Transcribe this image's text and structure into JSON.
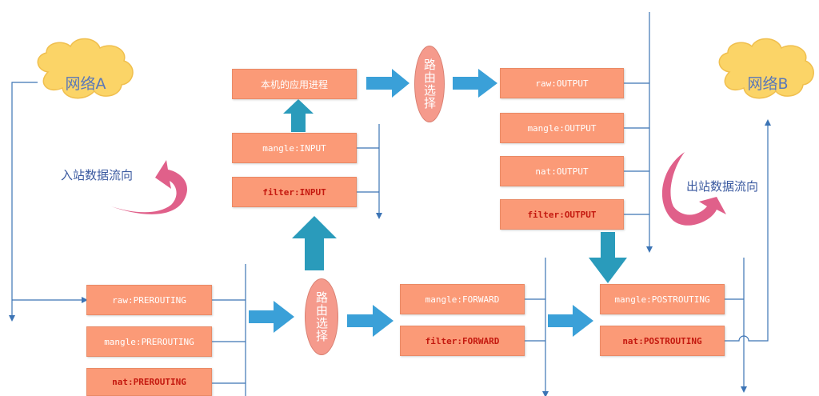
{
  "colors": {
    "box_fill": "#fb9a77",
    "line": "#3c74b5",
    "arrow_blue": "#3aa0d8",
    "arrow_teal": "#2a9bbb",
    "cloud": "#fbd467",
    "curve_arrow": "#e0608a",
    "highlight_text": "#c4190f"
  },
  "clouds": {
    "network_a": "网络A",
    "network_b": "网络B"
  },
  "flow_labels": {
    "inbound": "入站数据流向",
    "outbound": "出站数据流向"
  },
  "routing": {
    "top": "路由选择",
    "bottom": "路由选择"
  },
  "app_process": "本机的应用进程",
  "chains": {
    "raw_output": {
      "table": "raw",
      "chain": "OUTPUT"
    },
    "mangle_output": {
      "table": "mangle",
      "chain": "OUTPUT"
    },
    "nat_output": {
      "table": "nat",
      "chain": "OUTPUT"
    },
    "filter_output": {
      "table": "filter",
      "chain": "OUTPUT"
    },
    "mangle_input": {
      "table": "mangle",
      "chain": "INPUT"
    },
    "filter_input": {
      "table": "filter",
      "chain": "INPUT"
    },
    "raw_prerouting": {
      "table": "raw",
      "chain": "PREROUTING"
    },
    "mangle_prerouting": {
      "table": "mangle",
      "chain": "PREROUTING"
    },
    "nat_prerouting": {
      "table": "nat",
      "chain": "PREROUTING"
    },
    "mangle_forward": {
      "table": "mangle",
      "chain": "FORWARD"
    },
    "filter_forward": {
      "table": "filter",
      "chain": "FORWARD"
    },
    "mangle_postrouting": {
      "table": "mangle",
      "chain": "POSTROUTING"
    },
    "nat_postrouting": {
      "table": "nat",
      "chain": "POSTROUTING"
    }
  },
  "icons": {
    "block_arrow": "block-arrow-icon",
    "curved_arrow": "curved-arrow-icon",
    "cloud": "cloud-icon"
  }
}
